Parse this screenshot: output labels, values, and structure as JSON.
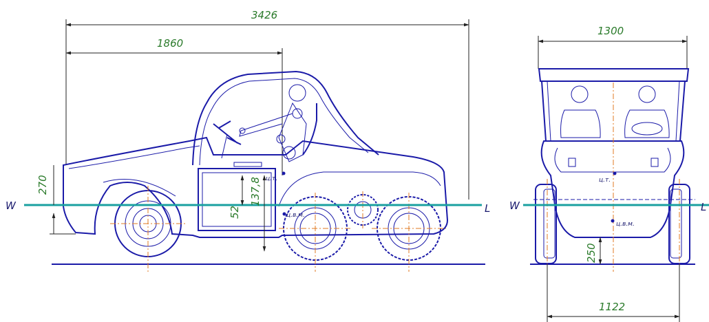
{
  "side_view": {
    "dims": {
      "overall_length": "3426",
      "front_to_cg": "1860",
      "height_270": "270",
      "height_52": "52",
      "height_137": "137,8"
    },
    "labels": {
      "w_left": "W",
      "l_right": "L",
      "cg": "ц.т.",
      "cb": "ц.в.м."
    }
  },
  "front_view": {
    "dims": {
      "width_top": "1300",
      "width_bottom": "1122",
      "clearance": "250"
    },
    "labels": {
      "w_left": "W",
      "l_right": "L",
      "cg": "ц.т.",
      "cb": "ц.в.м."
    }
  },
  "colors": {
    "outline": "#1a1aa8",
    "dimension_text": "#2a7a2a",
    "waterline": "#1aa0a0",
    "axis": "#e07a20"
  }
}
